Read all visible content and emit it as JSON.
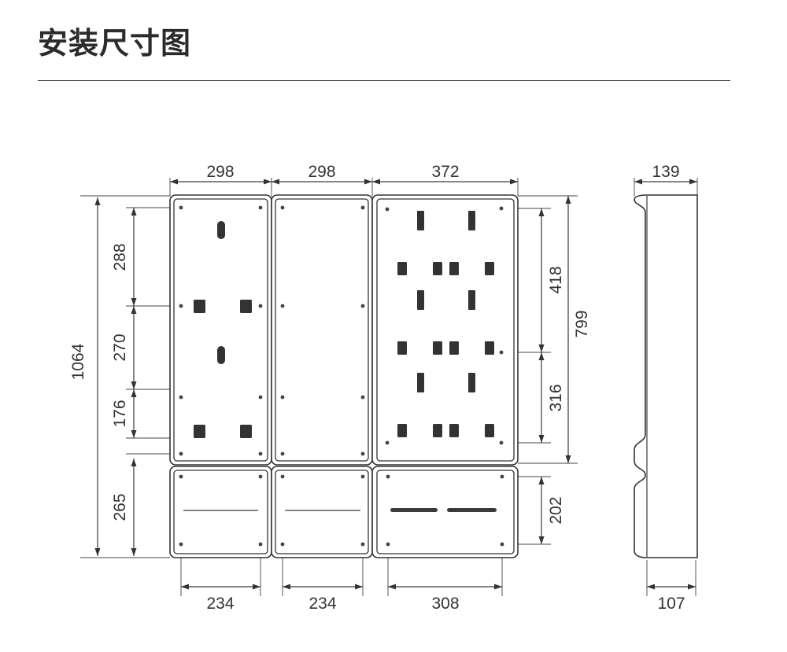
{
  "title": "安装尺寸图",
  "dimensions": {
    "top_widths": [
      "298",
      "298",
      "372"
    ],
    "side_depth_top": "139",
    "side_depth_bottom": "107",
    "bottom_widths": [
      "234",
      "234",
      "308"
    ],
    "total_height": "1064",
    "left_segments": [
      "288",
      "270",
      "176",
      "265"
    ],
    "right_segments": [
      "418",
      "316",
      "202"
    ],
    "right_total": "799"
  },
  "colors": {
    "line": "#333333",
    "text": "#333333",
    "background": "#ffffff"
  }
}
